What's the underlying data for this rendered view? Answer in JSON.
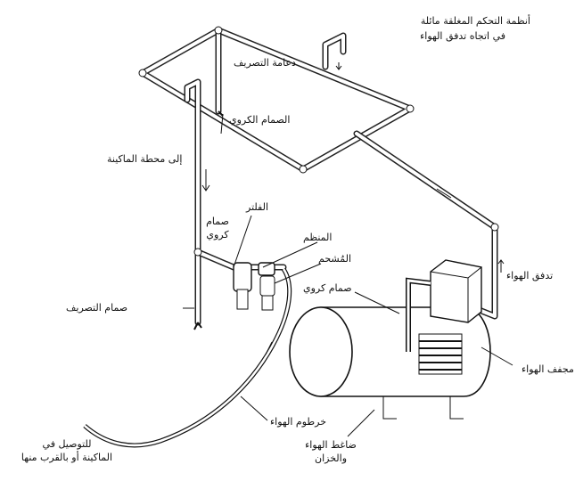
{
  "labels": {
    "closed_loop": [
      "أنظمة التحكم المغلقة مائلة",
      "في اتجاه تدفق الهواء"
    ],
    "drain_support": "دعامة التصريف",
    "ball_valve_top": "الصمام الكروي",
    "to_machine_station": "إلى محطة الماكينة",
    "filter": "الفلتر",
    "regulator": "المنظم",
    "lubricator": "المُشحم",
    "ball_valve_left": [
      "صمام",
      "كروي"
    ],
    "ball_valve_right": "صمام كروي",
    "air_flow": "تدفق الهواء",
    "drain_valve": "صمام التصريف",
    "air_dryer": "مجفف الهواء",
    "air_hose": "خرطوم الهواء",
    "compressor_tank": [
      "ضاغط الهواء",
      "والخزان"
    ],
    "connect_machine": [
      "للتوصيل في",
      "الماكينة أو بالقرب منها"
    ]
  },
  "colors": {
    "line": "#111111",
    "background": "#ffffff"
  }
}
